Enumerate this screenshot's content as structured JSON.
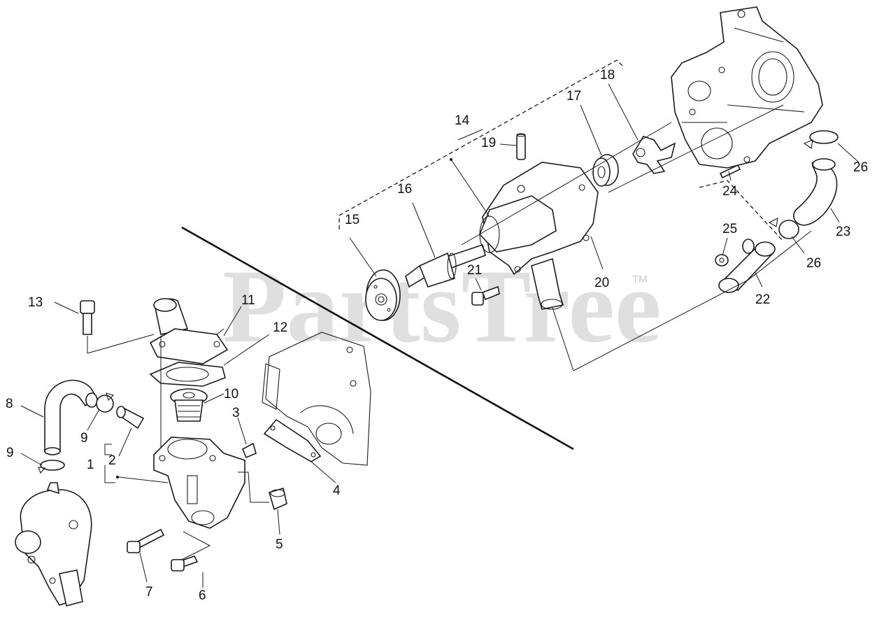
{
  "watermark": {
    "text": "PartsTree",
    "trademark": "TM"
  },
  "callouts": [
    {
      "id": "1",
      "text": "1"
    },
    {
      "id": "2",
      "text": "2"
    },
    {
      "id": "3",
      "text": "3"
    },
    {
      "id": "4",
      "text": "4"
    },
    {
      "id": "5",
      "text": "5"
    },
    {
      "id": "6",
      "text": "6"
    },
    {
      "id": "7",
      "text": "7"
    },
    {
      "id": "8",
      "text": "8"
    },
    {
      "id": "9a",
      "text": "9"
    },
    {
      "id": "9b",
      "text": "9"
    },
    {
      "id": "10",
      "text": "10"
    },
    {
      "id": "11",
      "text": "11"
    },
    {
      "id": "12",
      "text": "12"
    },
    {
      "id": "13",
      "text": "13"
    },
    {
      "id": "14",
      "text": "14"
    },
    {
      "id": "15",
      "text": "15"
    },
    {
      "id": "16",
      "text": "16"
    },
    {
      "id": "17",
      "text": "17"
    },
    {
      "id": "18",
      "text": "18"
    },
    {
      "id": "19",
      "text": "19"
    },
    {
      "id": "20",
      "text": "20"
    },
    {
      "id": "21",
      "text": "21"
    },
    {
      "id": "22",
      "text": "22"
    },
    {
      "id": "23",
      "text": "23"
    },
    {
      "id": "24",
      "text": "24"
    },
    {
      "id": "25",
      "text": "25"
    },
    {
      "id": "26a",
      "text": "26"
    },
    {
      "id": "26b",
      "text": "26"
    }
  ]
}
